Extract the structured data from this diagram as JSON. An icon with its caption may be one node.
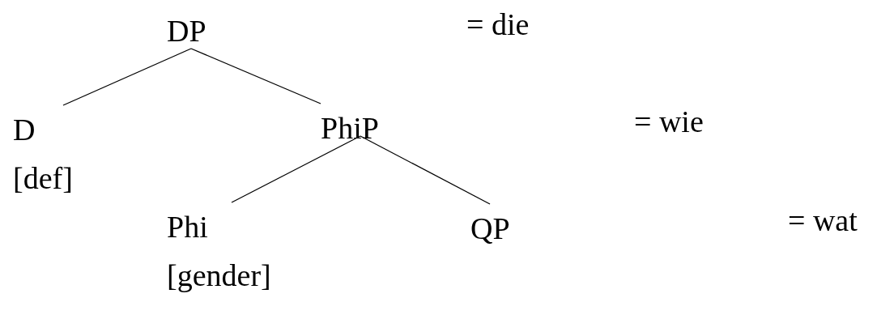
{
  "diagram": {
    "nodes": [
      {
        "text": [
          "DP"
        ]
      },
      {
        "text": [
          "D",
          "[def]"
        ]
      },
      {
        "text": [
          "PhiP"
        ]
      },
      {
        "text": [
          "Phi",
          "[gender]"
        ]
      },
      {
        "text": [
          "QP"
        ]
      }
    ],
    "edges": [
      {
        "from": 0,
        "to": 1,
        "arrow": "none"
      },
      {
        "from": 0,
        "to": 2,
        "arrow": "none"
      },
      {
        "from": 2,
        "to": 3,
        "arrow": "none"
      },
      {
        "from": 2,
        "to": 4,
        "arrow": "none"
      }
    ],
    "labels": [
      "= die",
      "= wie",
      "= wat"
    ]
  }
}
